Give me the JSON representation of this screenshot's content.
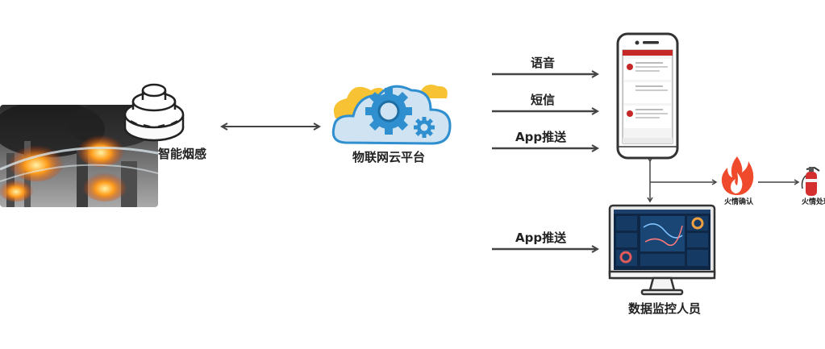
{
  "nodes": {
    "smoke_detector": "智能烟感",
    "cloud_platform": "物联网云平台",
    "monitor_staff": "数据监控人员",
    "fire_confirm": "火情确认",
    "fire_handle": "火情处理"
  },
  "channels": {
    "voice": "语音",
    "sms": "短信",
    "app_push_phone": "App推送",
    "app_push_monitor": "App推送"
  },
  "colors": {
    "arrow": "#444444",
    "cloud_yellow": "#f7c234",
    "cloud_blue": "#cfe3f2",
    "gear_blue": "#2f8fcf",
    "phone_header": "#c62828",
    "flame": "#ef4a2b",
    "extinguisher": "#d32f2f"
  },
  "icons": [
    "smoke-detector-icon",
    "fire-scene-image",
    "cloud-gear-icon",
    "smartphone-icon",
    "monitor-icon",
    "flame-icon",
    "fire-extinguisher-icon"
  ]
}
